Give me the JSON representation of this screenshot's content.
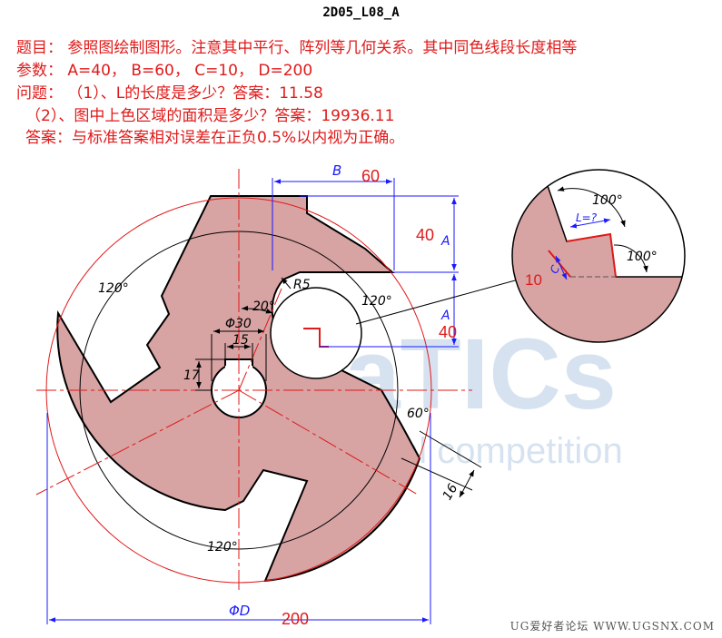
{
  "header": {
    "code": "2D05_L08_A"
  },
  "instructions": {
    "line1": "题目： 参照图绘制图形。注意其中平行、阵列等几何关系。其中同色线段长度相等",
    "line2": "参数： A=40， B=60， C=10， D=200",
    "line3": "问题：  （1）、L的长度是多少？答案：11.58",
    "line4": "（2）、图中上色区域的面积是多少？答案：19936.11",
    "line5": "答案：与标准答案相对误差在正负0.5%以内视为正确。"
  },
  "dimensions": {
    "B": "B",
    "B_value": "60",
    "A_top": "A",
    "A_top_value": "40",
    "A_bottom": "A",
    "A_bottom_value": "40",
    "r5": "R5",
    "angle20": "20°",
    "phi30": "Φ30",
    "keyway15": "15",
    "keyway17": "17",
    "angle120_a": "120°",
    "angle120_b": "120°",
    "angle120_c": "120°",
    "angle60": "60°",
    "width16": "16",
    "phiD": "ΦD",
    "D_value": "200"
  },
  "detail": {
    "angle100_top": "100°",
    "angle100_right": "100°",
    "L_label": "L=?",
    "C_label": "C",
    "C_value": "10"
  },
  "watermark": {
    "brand": "CaTICs",
    "subtitle": "CAD digital competition"
  },
  "footer": {
    "site": "UG爱好者论坛 WWW.UGSNX.COM"
  },
  "colors": {
    "fill": "#d7a3a3",
    "red": "#e01a1a",
    "blue": "#1a1aff",
    "black": "#000000"
  }
}
